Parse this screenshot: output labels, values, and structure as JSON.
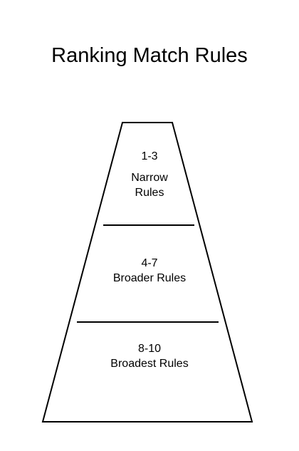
{
  "title": "Ranking Match Rules",
  "tiers": [
    {
      "range": "1-3",
      "label_line1": "Narrow",
      "label_line2": "Rules"
    },
    {
      "range": "4-7",
      "label": "Broader Rules"
    },
    {
      "range": "8-10",
      "label": "Broadest Rules"
    }
  ]
}
